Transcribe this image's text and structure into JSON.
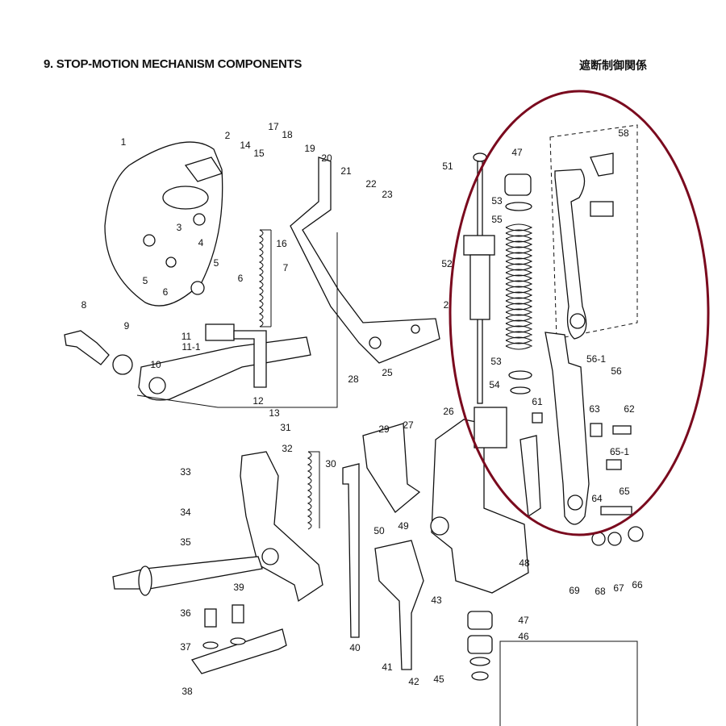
{
  "header": {
    "title": "9. STOP-MOTION MECHANISM COMPONENTS",
    "title_jp": "遮断制御関係"
  },
  "highlight_color": "#7a0a1e",
  "labels": [
    "1",
    "2",
    "3",
    "4",
    "5",
    "5",
    "6",
    "6",
    "7",
    "8",
    "9",
    "10",
    "11",
    "11-1",
    "12",
    "13",
    "14",
    "15",
    "16",
    "17",
    "18",
    "19",
    "20",
    "21",
    "22",
    "23",
    "2",
    "25",
    "26",
    "27",
    "28",
    "29",
    "30",
    "31",
    "32",
    "33",
    "34",
    "35",
    "36",
    "37",
    "38",
    "39",
    "40",
    "41",
    "42",
    "43",
    "45",
    "46",
    "47",
    "47",
    "48",
    "49",
    "50",
    "51",
    "52",
    "53",
    "53",
    "54",
    "55",
    "56",
    "56-1",
    "58",
    "61",
    "62",
    "63",
    "64",
    "65",
    "65-1",
    "66",
    "67",
    "68",
    "69"
  ]
}
